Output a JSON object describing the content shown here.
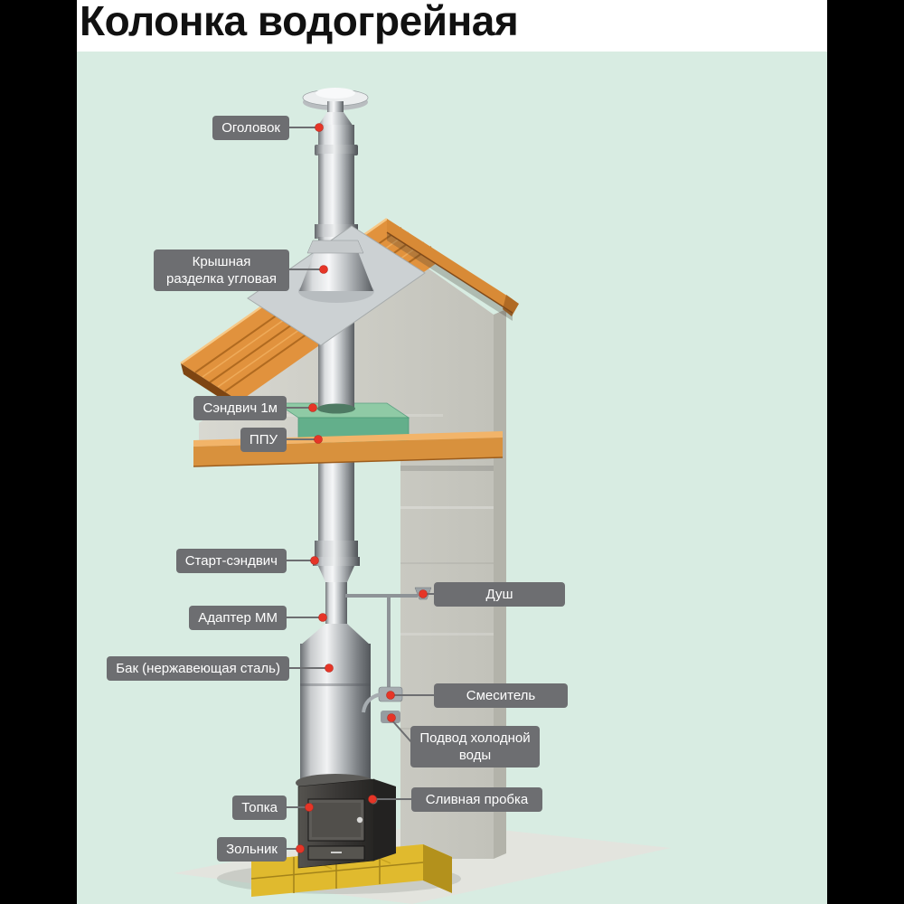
{
  "title": "Колонка водогрейная",
  "colors": {
    "background_mint": "#d8ece2",
    "side_bars": "#000000",
    "title_band": "#ffffff",
    "label_bg": "#6d6e71",
    "label_text": "#ffffff",
    "pointer_dot": "#e63527",
    "roof_wood": "#e1923d",
    "concrete_wall": "#d0d0c8",
    "ppu_box_green": "#63af8b",
    "bricks_yellow": "#e0ba2e",
    "steel_pipe": "#c7cacc"
  },
  "labels": {
    "ogolovok": {
      "text": "Оголовок"
    },
    "kryshnaya_razdelka": {
      "text": "Крышная разделка угловая"
    },
    "sandwich_1m": {
      "text": "Сэндвич 1м"
    },
    "ppu": {
      "text": "ППУ"
    },
    "start_sandwich": {
      "text": "Старт-сэндвич"
    },
    "adapter_mm": {
      "text": "Адаптер ММ"
    },
    "bak": {
      "text": "Бак (нержавеющая сталь)"
    },
    "dush": {
      "text": "Душ"
    },
    "smesitel": {
      "text": "Смеситель"
    },
    "podvod": {
      "text": "Подвод холодной воды"
    },
    "slivnaya_probka": {
      "text": "Сливная пробка"
    },
    "topka": {
      "text": "Топка"
    },
    "zolnik": {
      "text": "Зольник"
    }
  }
}
